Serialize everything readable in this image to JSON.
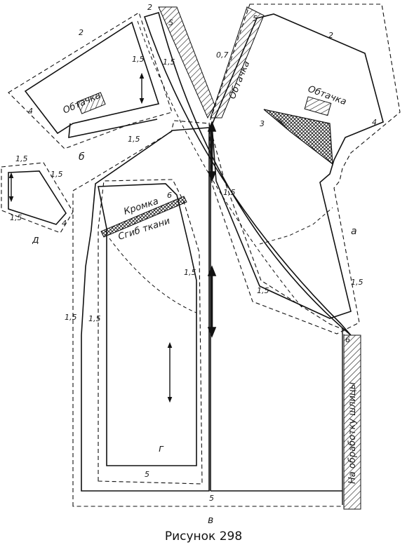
{
  "caption": "Рисунок 298",
  "pieces": {
    "a": "а",
    "b": "б",
    "v": "в",
    "g": "г",
    "d": "д"
  },
  "labels": {
    "obtachka_1": "Обтачка",
    "obtachka_2": "Обтачка",
    "obtachka_3": "Обтачка",
    "kromka": "Кромка",
    "sgib": "Сгиб ткани",
    "shlitsa": "На обработку шлицы"
  },
  "allowances": {
    "a_2": "2",
    "a_4": "4",
    "a_5": "5",
    "a_3": "3",
    "a_07": "0,7",
    "a_15_right": "1,5",
    "a_15_neck": "1,5",
    "a_15_front": "1,5",
    "a_b": "6",
    "b_2": "2",
    "b_4": "4",
    "b_15_a": "1,5",
    "b_15_b": "1,5",
    "b_15_c": "1,5",
    "v_2": "2",
    "v_5": "5",
    "v_15_a": "1,5",
    "v_15_b": "1,5",
    "g_5": "5",
    "g_15": "1,5",
    "g_6": "6",
    "d_15_a": "1,5",
    "d_15_b": "1,5",
    "d_15_c": "1,5",
    "d_4": "4"
  }
}
